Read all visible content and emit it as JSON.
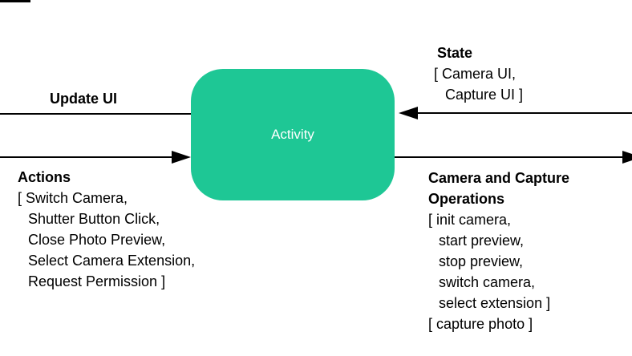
{
  "diagram": {
    "node": {
      "label": "Activity"
    },
    "update_ui": {
      "title": "Update UI"
    },
    "actions": {
      "title": "Actions",
      "items": [
        "[ Switch Camera,",
        "Shutter Button Click,",
        "Close Photo Preview,",
        "Select Camera Extension,",
        "Request Permission ]"
      ]
    },
    "state": {
      "title": "State",
      "items": [
        "[ Camera UI,",
        "Capture UI ]"
      ]
    },
    "camera_ops": {
      "title": "Camera and Capture Operations",
      "items": [
        "[ init camera,",
        "start preview,",
        "stop preview,",
        "switch camera,",
        "select extension ]",
        "[ capture photo ]"
      ]
    },
    "colors": {
      "node_fill": "#1EC795",
      "node_text": "#FFFFFF",
      "line": "#000000",
      "text": "#000000",
      "background": "#FFFFFF"
    }
  }
}
